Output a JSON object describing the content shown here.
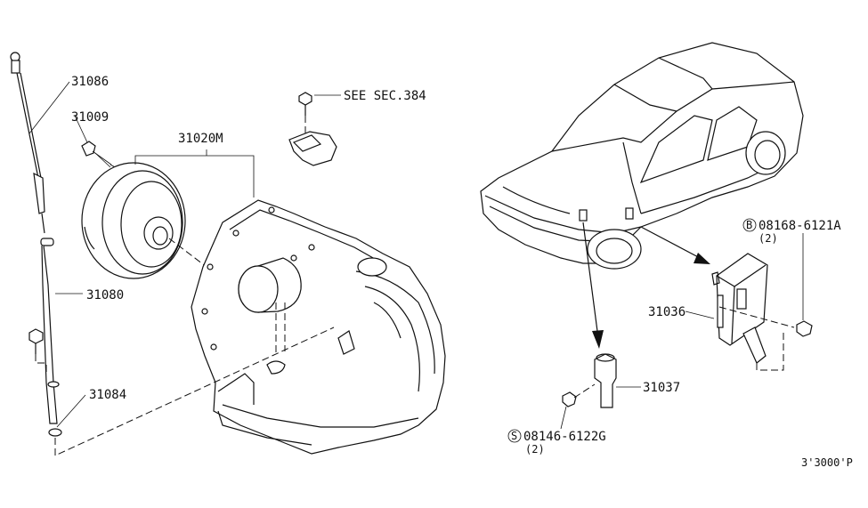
{
  "labels": {
    "dipstick": "31086",
    "bolt": "31009",
    "transmission": "31020M",
    "see_sec": "SEE SEC.384",
    "tube": "31080",
    "oring": "31084",
    "control_unit": "31036",
    "sensor": "31037",
    "bolt_b_code": "08168-6121A",
    "bolt_b_qty": "(2)",
    "bolt_b_circle": "B",
    "bolt_s_code": "08146-6122G",
    "bolt_s_qty": "(2)",
    "bolt_s_circle": "S",
    "ref_code": "3'3000'P"
  }
}
